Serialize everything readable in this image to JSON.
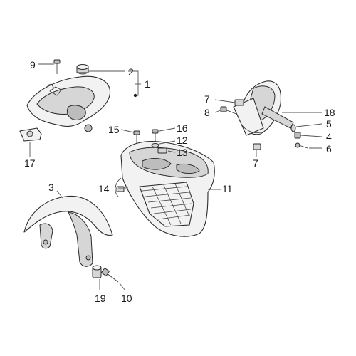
{
  "callouts": {
    "c1": "1",
    "c2": "2",
    "c3": "3",
    "c4": "4",
    "c5": "5",
    "c6": "6",
    "c7a": "7",
    "c7b": "7",
    "c8": "8",
    "c9": "9",
    "c10": "10",
    "c11": "11",
    "c12": "12",
    "c13": "13",
    "c14": "14",
    "c15": "15",
    "c16": "16",
    "c17": "17",
    "c18": "18",
    "c19": "19"
  },
  "colors": {
    "line": "#2b2b2b",
    "fill_light": "#f2f2f2",
    "fill_dark": "#bdbdbd",
    "background": "#ffffff"
  }
}
